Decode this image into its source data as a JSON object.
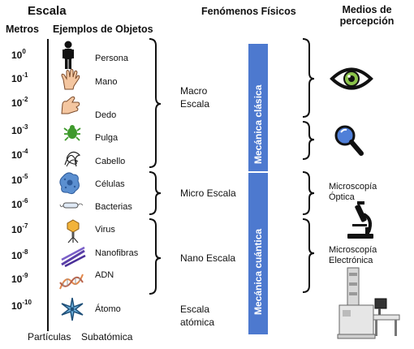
{
  "headers": {
    "escala": "Escala",
    "metros": "Metros",
    "ejemplos": "Ejemplos de Objetos",
    "fenomenos": "Fenómenos Físicos",
    "medios_line1": "Medios de",
    "medios_line2": "percepción"
  },
  "scales": [
    {
      "base": "10",
      "exp": "0"
    },
    {
      "base": "10",
      "exp": "-1"
    },
    {
      "base": "10",
      "exp": "-2"
    },
    {
      "base": "10",
      "exp": "-3"
    },
    {
      "base": "10",
      "exp": "-4"
    },
    {
      "base": "10",
      "exp": "-5"
    },
    {
      "base": "10",
      "exp": "-6"
    },
    {
      "base": "10",
      "exp": "-7"
    },
    {
      "base": "10",
      "exp": "-8"
    },
    {
      "base": "10",
      "exp": "-9"
    },
    {
      "base": "10",
      "exp": "-10"
    }
  ],
  "objects": [
    "Persona",
    "Mano",
    "Dedo",
    "Pulga",
    "Cabello",
    "Células",
    "Bacterias",
    "Virus",
    "Nanofibras",
    "ADN",
    "Átomo"
  ],
  "groups": {
    "macro_line1": "Macro",
    "macro_line2": "Escala",
    "micro": "Micro Escala",
    "nano": "Nano Escala",
    "atomica_line1": "Escala",
    "atomica_line2": "atómica"
  },
  "mechanics": {
    "clasica": "Mecánica clásica",
    "cuantica": "Mecánica cuántica"
  },
  "perception": {
    "optica_line1": "Microscopía",
    "optica_line2": "Óptica",
    "electronica_line1": "Microscopía",
    "electronica_line2": "Electrónica"
  },
  "footer": {
    "particulas": "Partículas",
    "subatomica": "Subatómica"
  },
  "colors": {
    "mechanics_bar": "#4d79cf",
    "eye_iris": "#8bc34a",
    "magnifier_glass": "#4f7fd8",
    "flea": "#3e9a2c",
    "cell": "#5b8fd0",
    "nanofibers": "#5a3fa8",
    "dna": "#e2874a",
    "atom": "#6fb3e0"
  },
  "icons": [
    "person-icon",
    "hand-icon",
    "finger-icon",
    "flea-icon",
    "hair-icon",
    "cell-icon",
    "bacteria-icon",
    "virus-icon",
    "nanofibers-icon",
    "dna-icon",
    "atom-icon",
    "eye-icon",
    "magnifier-icon",
    "microscope-icon",
    "electron-microscope-icon"
  ]
}
